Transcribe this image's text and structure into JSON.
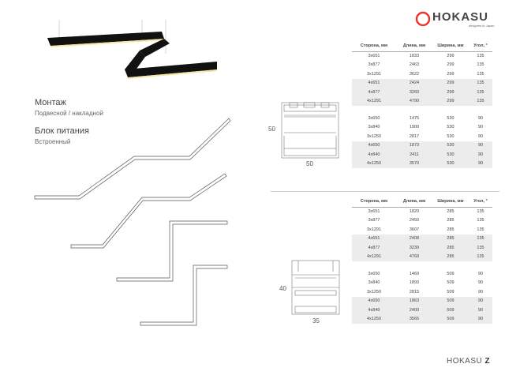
{
  "brand": {
    "name": "HOKASU",
    "tagline": "designed in Japan",
    "accent": "#e53935"
  },
  "mounting": {
    "label": "Монтаж",
    "value": "Подвесной / накладной"
  },
  "power": {
    "label": "Блок питания",
    "value": "Встроенный"
  },
  "profile_top": {
    "height": "50",
    "width": "50"
  },
  "profile_bottom": {
    "height": "40",
    "width": "35"
  },
  "headers": [
    "Сторона, мм",
    "Длина, мм",
    "Ширина, мм",
    "Угол, °"
  ],
  "table_top": {
    "group1": [
      [
        "3x651",
        "1833",
        "299",
        "135"
      ],
      [
        "3x877",
        "2463",
        "299",
        "135"
      ],
      [
        "3x1291",
        "3622",
        "299",
        "135"
      ],
      [
        "4x651",
        "2424",
        "299",
        "135"
      ],
      [
        "4x877",
        "3260",
        "299",
        "135"
      ],
      [
        "4x1291",
        "4790",
        "299",
        "135"
      ]
    ],
    "group2": [
      [
        "3x650",
        "1475",
        "530",
        "90"
      ],
      [
        "3x840",
        "1900",
        "530",
        "90"
      ],
      [
        "3x1250",
        "2817",
        "530",
        "90"
      ],
      [
        "4x650",
        "1873",
        "530",
        "90"
      ],
      [
        "4x840",
        "2411",
        "530",
        "90"
      ],
      [
        "4x1250",
        "3570",
        "530",
        "90"
      ]
    ]
  },
  "table_bottom": {
    "group1": [
      [
        "3x651",
        "1820",
        "285",
        "135"
      ],
      [
        "3x877",
        "2450",
        "285",
        "135"
      ],
      [
        "3x1291",
        "3607",
        "285",
        "135"
      ],
      [
        "4x651",
        "2408",
        "285",
        "135"
      ],
      [
        "4x877",
        "3239",
        "285",
        "135"
      ],
      [
        "4x1291",
        "4769",
        "285",
        "135"
      ]
    ],
    "group2": [
      [
        "3x650",
        "1469",
        "509",
        "90"
      ],
      [
        "3x840",
        "1893",
        "509",
        "90"
      ],
      [
        "3x1250",
        "2815",
        "509",
        "90"
      ],
      [
        "4x650",
        "1863",
        "509",
        "90"
      ],
      [
        "4x840",
        "2400",
        "509",
        "90"
      ],
      [
        "4x1250",
        "3565",
        "509",
        "90"
      ]
    ]
  },
  "footer": {
    "brand": "HOKASU",
    "model": "Z"
  }
}
